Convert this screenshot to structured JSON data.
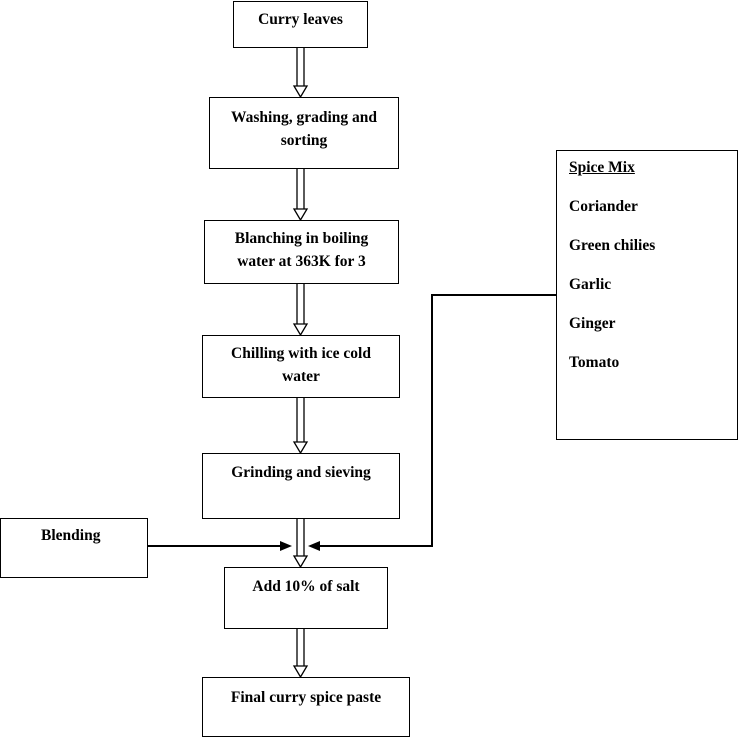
{
  "steps": [
    {
      "lines": [
        "Curry leaves"
      ]
    },
    {
      "lines": [
        "Washing, grading and",
        "sorting"
      ]
    },
    {
      "lines": [
        "Blanching in boiling",
        "water at 363K for 3"
      ]
    },
    {
      "lines": [
        "Chilling with ice cold",
        "water"
      ]
    },
    {
      "lines": [
        "Grinding and sieving"
      ]
    },
    {
      "lines": [
        "Add 10% of salt"
      ]
    },
    {
      "lines": [
        "Final curry spice paste"
      ]
    }
  ],
  "blending": "Blending",
  "spice_mix": {
    "title": "Spice Mix",
    "items": [
      "Coriander",
      "Green chilies",
      "Garlic",
      "Ginger",
      "Tomato"
    ]
  }
}
